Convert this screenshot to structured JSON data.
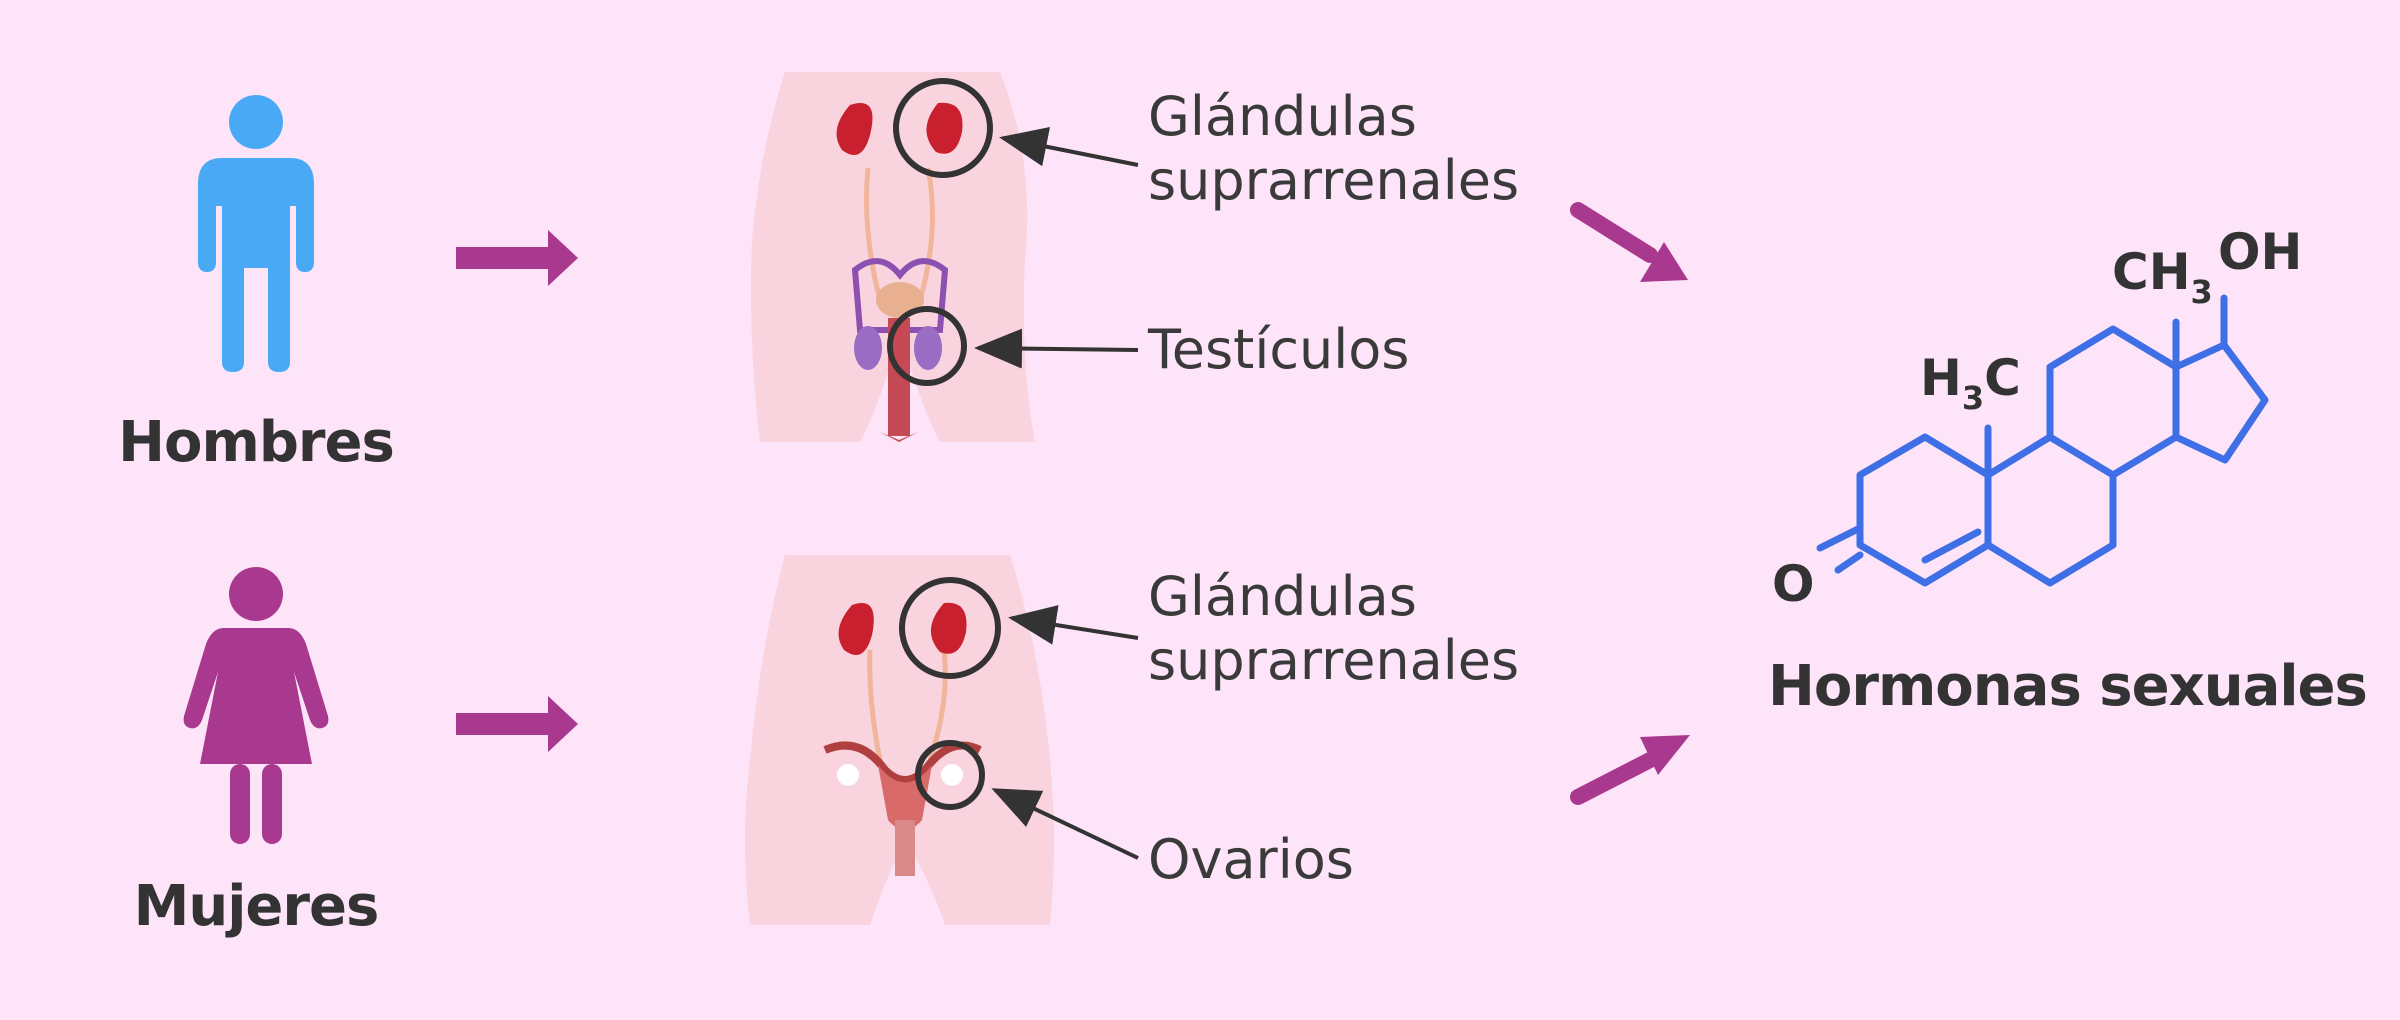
{
  "colors": {
    "background": "#fde4f8",
    "male": "#4aa9f5",
    "female": "#a8398e",
    "arrow": "#a8398e",
    "molecule": "#3f6fe6",
    "text": "#333333"
  },
  "people": [
    {
      "label": "Hombres",
      "icon": "male-figure-icon"
    },
    {
      "label": "Mujeres",
      "icon": "female-figure-icon"
    }
  ],
  "anatomy": {
    "male": {
      "illustration": "male-reproductive-illustration",
      "labels": [
        {
          "line1": "Glándulas",
          "line2": "suprarrenales"
        },
        {
          "line1": "Testículos"
        }
      ]
    },
    "female": {
      "illustration": "female-reproductive-illustration",
      "labels": [
        {
          "line1": "Glándulas",
          "line2": "suprarrenales"
        },
        {
          "line1": "Ovarios"
        }
      ]
    }
  },
  "molecule": {
    "icon": "steroid-structure-icon",
    "group_ch3_main": "CH",
    "group_ch3_sub": "3",
    "group_h3c_h": "H",
    "group_h3c_sub": "3",
    "group_h3c_c": "C",
    "group_oh": "OH",
    "group_o": "O"
  },
  "result": {
    "label": "Hormonas sexuales"
  }
}
